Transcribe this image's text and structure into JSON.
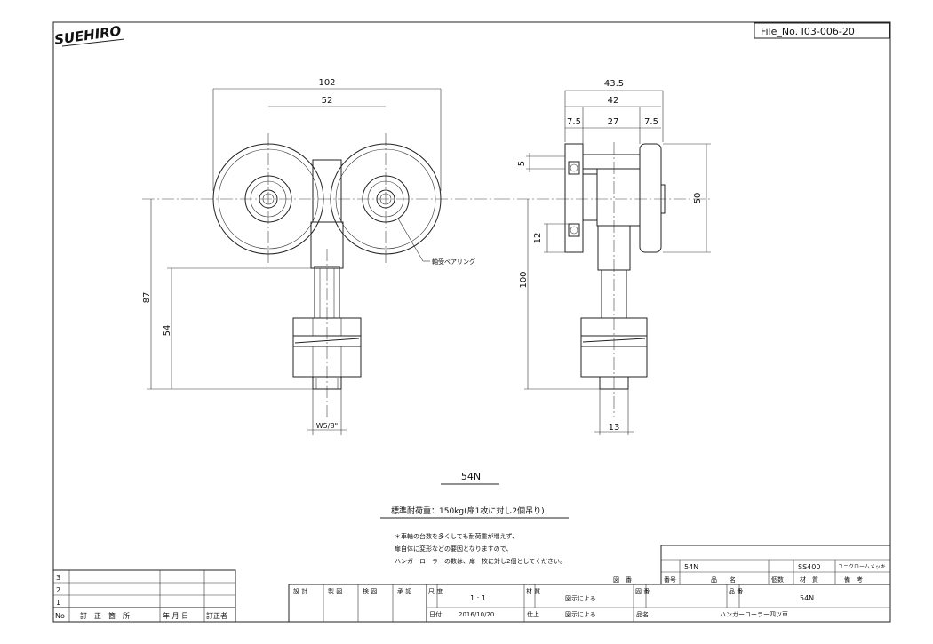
{
  "logo_text": "SUEHIRO",
  "file_no": "File_No. I03-006-20",
  "front_view": {
    "dim_overall_width": "102",
    "dim_wheel_pitch": "52",
    "dim_height_87": "87",
    "dim_height_54": "54",
    "dim_thread": "W5/8\"",
    "bearing_note": "軸受ベアリング"
  },
  "side_view": {
    "dim_43_5": "43.5",
    "dim_42": "42",
    "dim_7_5_left": "7.5",
    "dim_27": "27",
    "dim_7_5_right": "7.5",
    "dim_5": "5",
    "dim_50": "50",
    "dim_12": "12",
    "dim_100": "100",
    "dim_13": "13"
  },
  "model_caption": "54N",
  "load_rating": "標準耐荷重：150kg(扉1枚に対し2個吊り)",
  "notes": [
    "＊車輪の台数を多くしても耐荷重が増えず、",
    "扉自体に変形などの要因となりますので、",
    "ハンガーローラーの数は、扉一枚に対し2個としてください。"
  ],
  "revision_table": {
    "rows": [
      "3",
      "2",
      "1"
    ],
    "headers": [
      "No",
      "訂　正　箇　所",
      "年 月 日",
      "訂正者"
    ]
  },
  "parts_list": {
    "row": {
      "no": "",
      "name": "54N",
      "qty": "",
      "material": "SS400",
      "remark": "ユニクロームメッキ"
    },
    "headers": [
      "図　番",
      "番号",
      "品　　名",
      "個数",
      "材　質",
      "備　考"
    ]
  },
  "title_block": {
    "design": "設 計",
    "drafting": "製 図",
    "check": "検 図",
    "approve": "承 認",
    "scale_label": "尺\n度",
    "scale_value": "1 : 1",
    "material_label": "材\n質",
    "material_value": "図示による",
    "drawing_no_label": "図\n番",
    "part_no_label": "品\n番",
    "part_no_value": "54N",
    "date_label": "日付",
    "date_value": "2016/10/20",
    "finish_label": "仕上",
    "finish_value": "図示による",
    "name_label": "品名",
    "name_value": "ハンガーローラー四ツ車"
  }
}
